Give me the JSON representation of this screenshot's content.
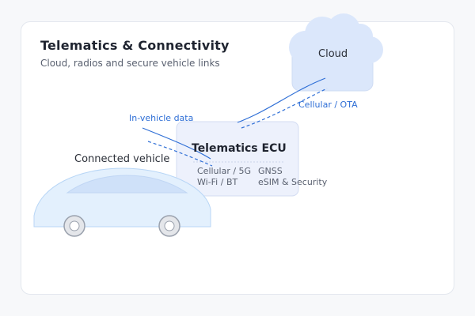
{
  "header": {
    "title": "Telematics & Connectivity",
    "subtitle": "Cloud, radios and secure vehicle links"
  },
  "cloud": {
    "label": "Cloud"
  },
  "links": {
    "cellular": "Cellular / OTA",
    "in_vehicle": "In-vehicle data"
  },
  "vehicle": {
    "label": "Connected vehicle"
  },
  "ecu": {
    "title": "Telematics ECU",
    "features": [
      "Cellular / 5G",
      "GNSS",
      "Wi-Fi / BT",
      "eSIM & Security"
    ]
  },
  "colors": {
    "accent": "#2f6fd6",
    "cloud_fill": "#dbe7fb",
    "ecu_fill": "#edf1fc",
    "vehicle_fill": "#e3f0fd"
  }
}
